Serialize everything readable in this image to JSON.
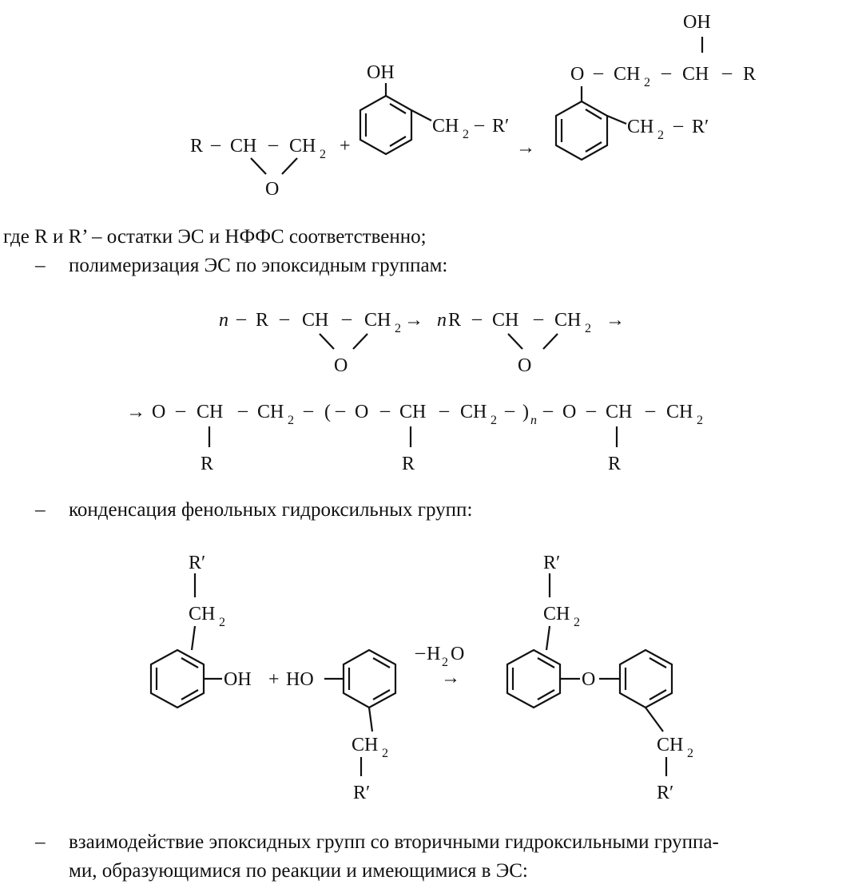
{
  "text": {
    "where_line": "где R и R’ – остатки ЭС и НФФС соответственно;",
    "item_dash": "–",
    "item_polymerization": "полимеризация ЭС по эпоксидным группам:",
    "item_condensation": "конденсация фенольных гидроксильных групп:",
    "item_interaction_line1": "взаимодействие эпоксидных групп со вторичными гидроксильными группа-",
    "item_interaction_line2": "ми, образующимися по реакции и имеющимися в ЭС:"
  },
  "chem": {
    "R": "R",
    "R_prime": "R′",
    "CH": "CH",
    "CH2": "CH",
    "sub2": "2",
    "O": "O",
    "OH": "OH",
    "HO": "HO",
    "n": "n",
    "H": "H",
    "minus": "–",
    "dash": "–",
    "plus": "+",
    "arrow": "→",
    "lparen": "(",
    "rparen": ")"
  }
}
